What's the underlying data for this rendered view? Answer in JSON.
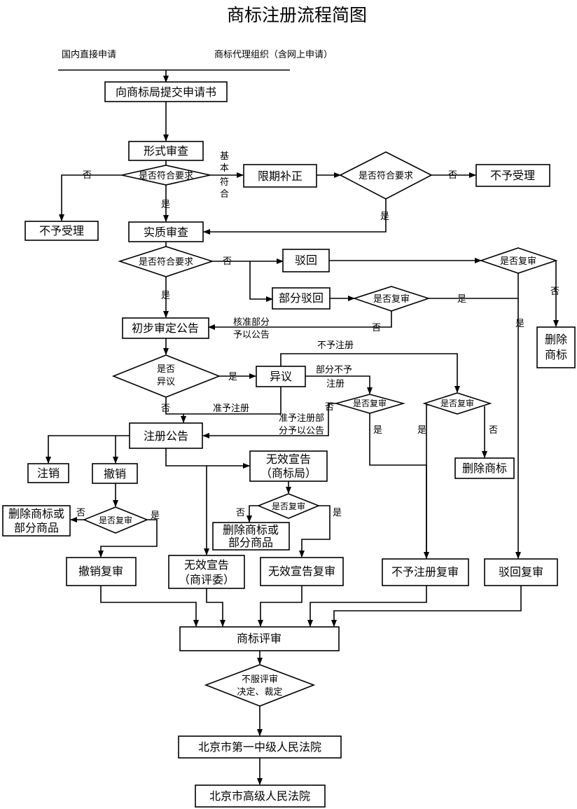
{
  "title": "商标注册流程简图",
  "sources": {
    "direct": "国内直接申请",
    "agency": "商标代理组织（含网上申请）"
  },
  "nodes": {
    "submit": "向商标局提交申请书",
    "formal_review": "形式审查",
    "meets_req_1": "是否符合要求",
    "correct_in_time": "限期补正",
    "meets_req_2": "是否符合要求",
    "not_accepted_right": "不予受理",
    "not_accepted_left": "不予受理",
    "substantive_review": "实质审查",
    "meets_req_3": "是否符合要求",
    "reject": "驳回",
    "partial_reject": "部分驳回",
    "review_q_partial": "是否复审",
    "review_q_reject": "是否复审",
    "delete_mark_right": "删除商标",
    "prelim_notice": "初步审定公告",
    "objection_q": "是否异议",
    "objection": "异议",
    "review_q_obj1": "是否复审",
    "review_q_obj2": "是否复审",
    "registration_notice": "注册公告",
    "delete_mark_mid": "删除商标",
    "cancel_reg": "注销",
    "revoke": "撤销",
    "invalid_office": "无效宣告（商标局）",
    "review_q_invalid": "是否复审",
    "review_q_revoke": "是否复审",
    "delete_partial_left": "删除商标或部分商品",
    "delete_partial_mid": "删除商标或部分商品",
    "revoke_review": "撤销复审",
    "invalid_board": "无效宣告（商评委）",
    "invalid_review": "无效宣告复审",
    "no_reg_review": "不予注册复审",
    "reject_review": "驳回复审",
    "board_review": "商标评审",
    "disagree_q": "不服评审决定、裁定",
    "court1": "北京市第一中级人民法院",
    "court2": "北京市高级人民法院"
  },
  "labels": {
    "yes": "是",
    "no": "否",
    "basic_ok": "基本符合",
    "approve_part_notice": "核准部分予以公告",
    "no_registration": "不予注册",
    "partial_no": "部分不予注册",
    "approve_reg": "准予注册",
    "approve_part_reg": "准予注册部分予以公告"
  }
}
